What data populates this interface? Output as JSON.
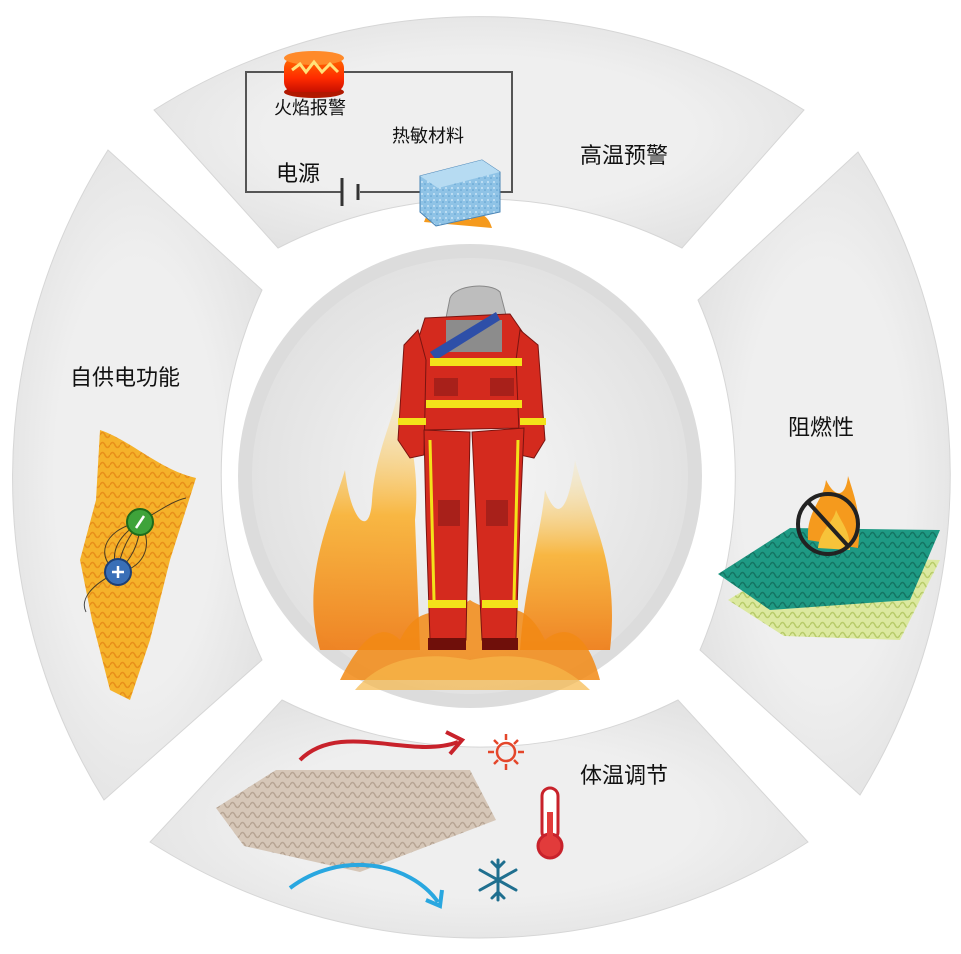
{
  "sections": {
    "top": {
      "title": "高温预警",
      "flame_alarm_label": "火焰报警",
      "sensor_label": "热敏材料",
      "power_label": "电源"
    },
    "right": {
      "title": "阻燃性"
    },
    "bottom": {
      "title": "体温调节"
    },
    "left": {
      "title": "自供电功能"
    }
  },
  "icons": [
    "alarm-light-icon",
    "thermosensitive-block-icon",
    "battery-icon",
    "no-fire-icon",
    "sun-icon",
    "thermometer-icon",
    "snowflake-icon",
    "positive-charge-icon",
    "negative-charge-icon",
    "firefighter-suit-icon",
    "flame-icon"
  ],
  "colors": {
    "panel": "#ececec",
    "suit_red": "#d42a1e",
    "reflective_yellow": "#f3e21a",
    "flame": "#f59a1d",
    "warm_arrow": "#c8222b",
    "cool_arrow": "#29a7e0",
    "textile_teal": "#1f9a86",
    "textile_yellow": "#f5b32b"
  }
}
